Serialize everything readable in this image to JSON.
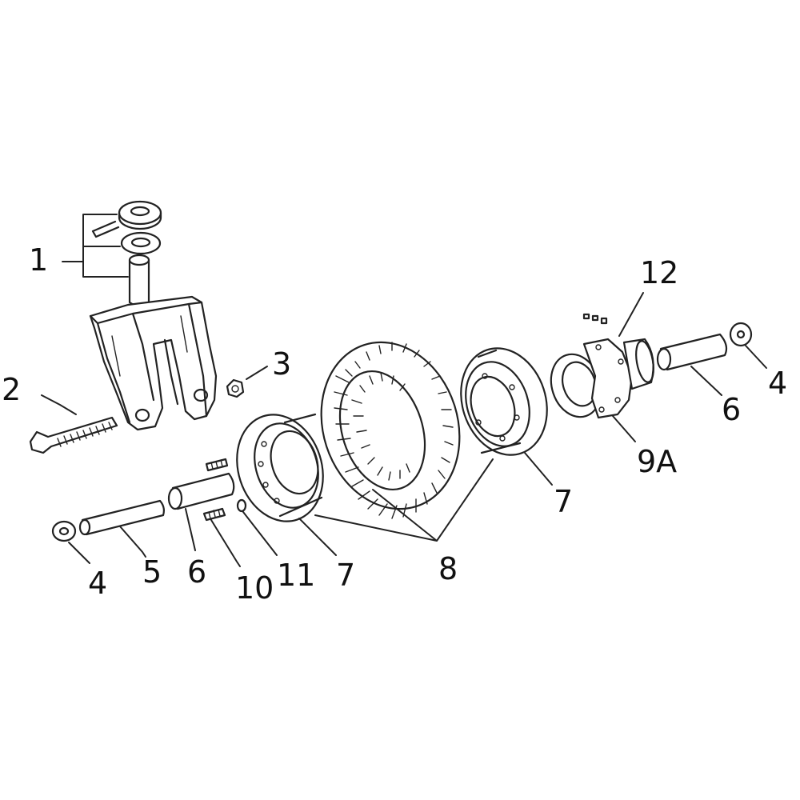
{
  "labels": {
    "l1": "1",
    "l2": "2",
    "l3": "3",
    "l4_right": "4",
    "l4_left": "4",
    "l5": "5",
    "l6_right": "6",
    "l6_left": "6",
    "l7_right": "7",
    "l7_left": "7",
    "l8": "8",
    "l9a": "9A",
    "l10": "10",
    "l11": "11",
    "l12": "12"
  },
  "line_color": "#222222",
  "background": "#ffffff"
}
